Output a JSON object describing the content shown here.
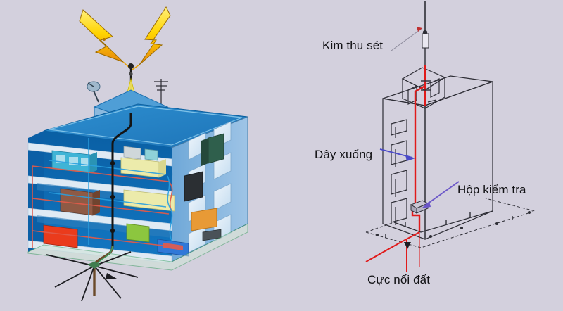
{
  "figure": {
    "background_color": "#d3d0dd",
    "label_color": "#111114",
    "panels": [
      {
        "id": "left",
        "name": "building-cutaway-illustration"
      },
      {
        "id": "right",
        "name": "wireframe-lightning-protection-diagram"
      }
    ]
  },
  "labels": {
    "air_terminal": "Kim thu sét",
    "down_conductor": "Dây xuống",
    "test_box": "Hộp kiểm tra",
    "earth_electrode": "Cực nối đất"
  },
  "colors": {
    "lightning_yellow": "#ffd400",
    "lightning_orange": "#e8890c",
    "conductor_red": "#e01b1b",
    "arrow_purple": "#4a49c8",
    "wireframe_line": "#2d2d35",
    "building_blue_dark": "#0b63a8",
    "building_blue_mid": "#2e8fd0",
    "building_blue_light": "#a9cfee",
    "slab_light": "#dfeaf4",
    "ground_green": "#2f9e4f",
    "conductor_black": "#1b1b1b"
  },
  "left_panel": {
    "name": "building-cutaway-illustration",
    "elements": [
      "lightning-bolt-left",
      "lightning-bolt-right",
      "lightning-rod-mast",
      "rooftop-penthouse",
      "satellite-dish",
      "tv-antenna",
      "roof-deck",
      "floor-slabs",
      "interior-equipment",
      "down-conductor-cable",
      "red-wiring-network",
      "ground-electrode-star"
    ]
  },
  "right_panel": {
    "name": "wireframe-lightning-protection-diagram",
    "elements": [
      "air-terminal-rod",
      "rooftop-structure",
      "building-wireframe",
      "window-outlines",
      "red-down-conductor",
      "test-box",
      "earth-ring",
      "earth-rod"
    ]
  }
}
